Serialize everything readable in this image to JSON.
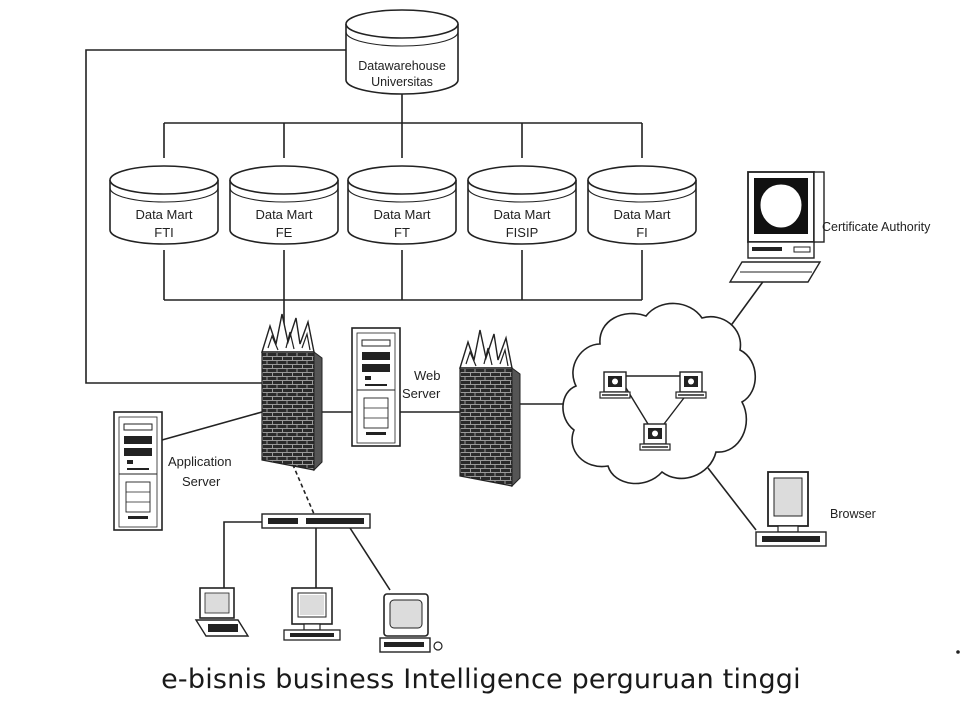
{
  "diagram": {
    "datawarehouse": {
      "line1": "Datawarehouse",
      "line2": "Universitas"
    },
    "data_marts": [
      {
        "line1": "Data Mart",
        "line2": "FTI"
      },
      {
        "line1": "Data Mart",
        "line2": "FE"
      },
      {
        "line1": "Data Mart",
        "line2": "FT"
      },
      {
        "line1": "Data Mart",
        "line2": "FISIP"
      },
      {
        "line1": "Data Mart",
        "line2": "FI"
      }
    ],
    "certificate_authority": "Certificate Authority",
    "web_server": {
      "line1": "Web",
      "line2": "Server"
    },
    "application_server": {
      "line1": "Application",
      "line2": "Server"
    },
    "browser": "Browser"
  },
  "caption": "e-bisnis business Intelligence perguruan tinggi"
}
